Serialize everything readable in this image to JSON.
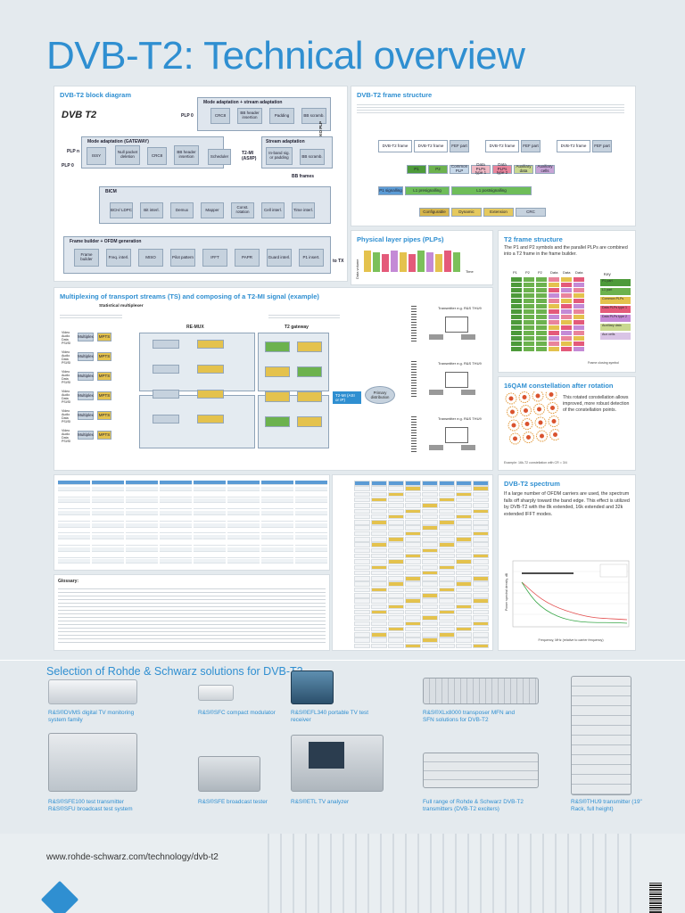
{
  "title": "DVB-T2: Technical overview",
  "block_diagram": {
    "heading": "DVB-T2 block diagram",
    "logo_text": "DVB T2",
    "mode_adapt_stream": "Mode adaptation + stream adaptation",
    "plp0_top": "PLP 0",
    "crc8": "CRC8",
    "bb_header": "BB header insertion",
    "padding": "Padding",
    "bb_scramb": "BB scramb.",
    "t2mi_label": "T2-MI or OKO PLP",
    "mode_adapt_gateway": "Mode adaptation (GATEWAY)",
    "plp_n": "PLP n",
    "plp0": "PLP 0",
    "isy": "ISSY",
    "null_packet": "Null packet deletion",
    "crc8b": "CRC8",
    "bb_header2": "BB header insertion",
    "scheduler": "Scheduler",
    "stream_adapt": "Stream adaptation",
    "t2mi": "T2-MI (AS/IP)",
    "inband": "In-band sig. or padding",
    "bb_scramb2": "BB scramb.",
    "bb_frames": "BB frames",
    "bicm": "BICM",
    "bicm_blocks": [
      "BCH/ LDPC",
      "Bit interl.",
      "Demux",
      "Mapper",
      "Const. rotation",
      "Cell interl.",
      "Time interl."
    ],
    "frame_builder": "Frame builder + OFDM generation",
    "frame_blocks": [
      "Frame builder",
      "Freq. interl.",
      "MISO",
      "Pilot pattern",
      "IFFT",
      "PAPR",
      "Guard interl.",
      "P1 insert."
    ],
    "to_tx": "to TX"
  },
  "frame_structure": {
    "heading": "DVB-T2 frame structure",
    "frames": [
      "DVB-T2 frame",
      "DVB-T2 frame",
      "FEF part",
      "DVB-T2 frame",
      "FEF part",
      "DVB-T2 frame",
      "FEF part"
    ],
    "row2": [
      "P1",
      "P2",
      "Common PLP",
      "Data PLPs type 1",
      "Data PLPs type 2",
      "Auxiliary data",
      "Auxiliary cells"
    ],
    "signalling": [
      "P1 signalling",
      "L1 presignalling",
      "L1 postsignalling"
    ],
    "post": [
      "Configurable",
      "Dynamic",
      "Extension",
      "CRC"
    ]
  },
  "plp_panel": {
    "heading": "Physical layer pipes (PLPs)",
    "ylabel": "Data volume",
    "xlabel": "Time"
  },
  "t2_frame": {
    "heading": "T2 frame structure",
    "text": "The P1 and P2 symbols and the parallel PLPs are combined into a T2 frame in the frame builder.",
    "cols": [
      "P1",
      "P2",
      "P2",
      "Data",
      "Data",
      "Data"
    ],
    "key": "Key",
    "legend": [
      "P1 part",
      "L1 part",
      "Common PLPs",
      "Data PLPs type 1",
      "Data PLPs type 2",
      "Auxiliary data",
      "Aux cells"
    ],
    "caption": "Frame closing symbol"
  },
  "mux": {
    "heading": "Multiplexing of transport streams (TS) and composing of a T2-MI signal (example)",
    "stat_mux": "Statistical multiplexer",
    "remux": "RE-MUX",
    "gateway": "T2 gateway",
    "primary": "Primary distribution",
    "receivers": [
      "Transmitter e.g. R&S THU9",
      "Transmitter e.g. R&S THU9",
      "Transmitter e.g. R&S THU9"
    ],
    "ts_labels": [
      "Video",
      "Audio",
      "Data",
      "PSI/SI"
    ],
    "multiplex": "Multiplex",
    "mpts": "MPTS",
    "t2mi": "T2-MI (ASI or IP)"
  },
  "constellation": {
    "heading": "16QAM constellation after rotation",
    "text": "This rotated constellation allows improved, more robust detection of the constellation points.",
    "caption": "Example: 16k-T2 constellation with CR = 3/4"
  },
  "spectrum": {
    "heading": "DVB-T2 spectrum",
    "text": "If a large number of OFDM carriers are used, the spectrum falls off sharply toward the band edge. This effect is utilized by DVB-T2 with the 8k extended, 16k extended and 32k extended IFFT modes.",
    "xlabel": "Frequency, MHz (relative to carrier frequency)",
    "ylabel": "Power spectral density, dB"
  },
  "glossary_heading": "Glossary:",
  "section_title": "Selection of Rohde & Schwarz solutions for DVB-T2",
  "products": [
    {
      "name": "R&S®DVMS digital TV monitoring system family"
    },
    {
      "name": "R&S®SFC compact modulator"
    },
    {
      "name": "R&S®EFL340 portable TV test receiver"
    },
    {
      "name": "R&S®XLx8000 transposer MFN and SFN solutions for DVB-T2"
    },
    {
      "name": "R&S®SFE100 test transmitter R&S®SFU broadcast test system"
    },
    {
      "name": "R&S®SFE broadcast tester"
    },
    {
      "name": "R&S®ETL TV analyzer"
    },
    {
      "name": "Full range of Rohde & Schwarz DVB-T2 transmitters (DVB-T2 exciters)"
    },
    {
      "name": "R&S®THU9 transmitter (19\" Rack, full height)"
    }
  ],
  "url": "www.rohde-schwarz.com/technology/dvb-t2",
  "colors": {
    "accent": "#2f8fd1",
    "panel": "#ffffff",
    "band": "#c6d2de"
  }
}
